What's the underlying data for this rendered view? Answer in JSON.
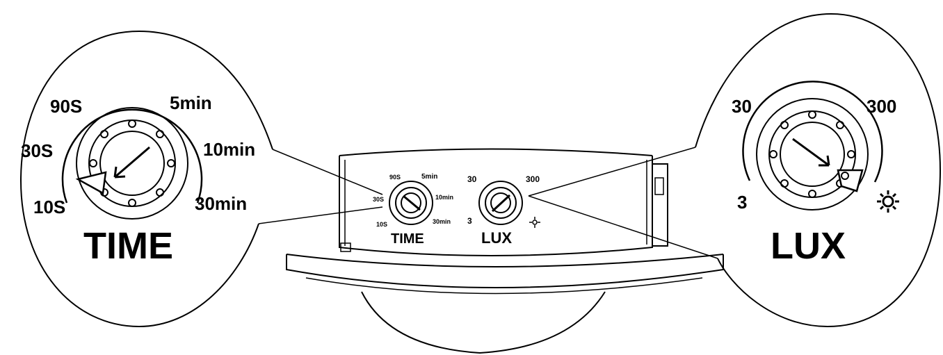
{
  "time_callout": {
    "labels": [
      "90S",
      "5min",
      "30S",
      "10min",
      "10S",
      "30min"
    ],
    "title": "TIME"
  },
  "lux_callout": {
    "labels": [
      "30",
      "300",
      "3"
    ],
    "title": "LUX",
    "sun_icon": "sun-icon"
  },
  "device": {
    "time_labels": [
      "90S",
      "5min",
      "30S",
      "10min",
      "10S",
      "30min"
    ],
    "time_title": "TIME",
    "lux_labels": [
      "30",
      "300",
      "3"
    ],
    "lux_title": "LUX"
  },
  "colors": {
    "ink": "#000000",
    "paper": "#ffffff"
  }
}
